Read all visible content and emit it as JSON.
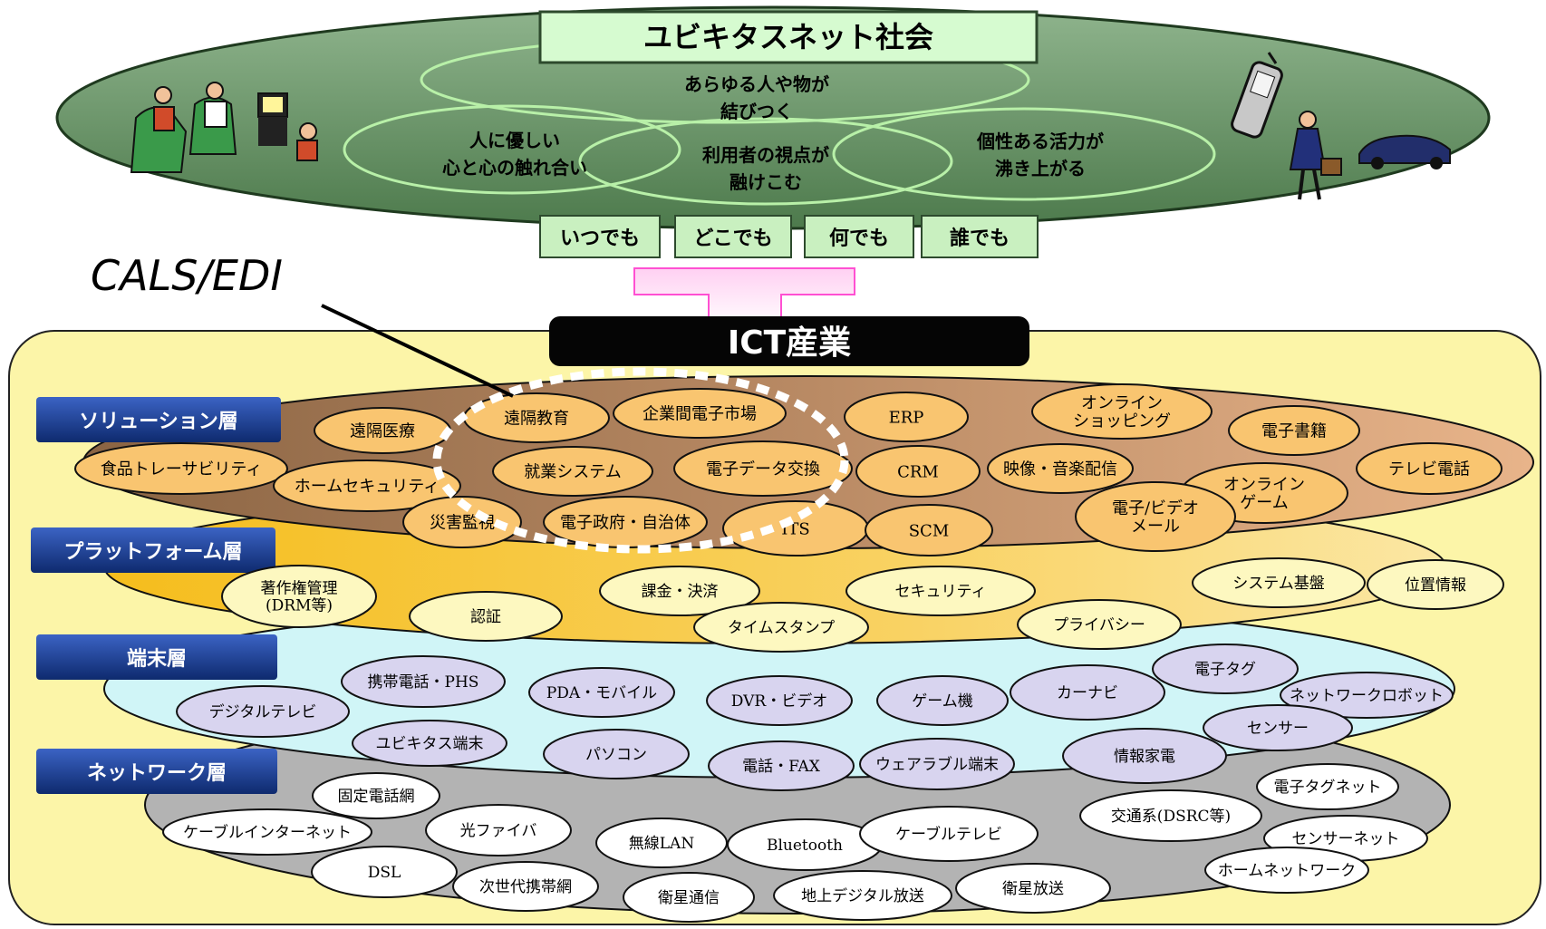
{
  "society": {
    "title": "ユビキタスネット社会",
    "values": [
      {
        "lines": [
          "あらゆる人や物が",
          "結びつく"
        ]
      },
      {
        "lines": [
          "人に優しい",
          "心と心の触れ合い"
        ]
      },
      {
        "lines": [
          "利用者の視点が",
          "融けこむ"
        ]
      },
      {
        "lines": [
          "個性ある活力が",
          "沸き上がる"
        ]
      }
    ],
    "anytime": [
      "いつでも",
      "どこでも",
      "何でも",
      "誰でも"
    ]
  },
  "callout": {
    "text": "CALS/EDI"
  },
  "ict": {
    "title": "ICT産業"
  },
  "layers": {
    "solution": {
      "label": "ソリューション層",
      "items": [
        {
          "text": [
            "遠隔医療"
          ]
        },
        {
          "text": [
            "遠隔教育"
          ]
        },
        {
          "text": [
            "企業間電子市場"
          ]
        },
        {
          "text": [
            "ERP"
          ]
        },
        {
          "text": [
            "オンライン",
            "ショッピング"
          ]
        },
        {
          "text": [
            "電子書籍"
          ]
        },
        {
          "text": [
            "食品トレーサビリティ"
          ]
        },
        {
          "text": [
            "ホームセキュリティ"
          ]
        },
        {
          "text": [
            "就業システム"
          ]
        },
        {
          "text": [
            "電子データ交換"
          ]
        },
        {
          "text": [
            "CRM"
          ]
        },
        {
          "text": [
            "映像・音楽配信"
          ]
        },
        {
          "text": [
            "テレビ電話"
          ]
        },
        {
          "text": [
            "オンライン",
            "ゲーム"
          ]
        },
        {
          "text": [
            "災害監視"
          ]
        },
        {
          "text": [
            "電子政府・自治体"
          ]
        },
        {
          "text": [
            "ITS"
          ]
        },
        {
          "text": [
            "SCM"
          ]
        },
        {
          "text": [
            "電子/ビデオ",
            "メール"
          ]
        }
      ]
    },
    "platform": {
      "label": "プラットフォーム層",
      "items": [
        {
          "text": [
            "著作権管理",
            "(DRM等)"
          ]
        },
        {
          "text": [
            "認証"
          ]
        },
        {
          "text": [
            "課金・決済"
          ]
        },
        {
          "text": [
            "タイムスタンプ"
          ]
        },
        {
          "text": [
            "セキュリティ"
          ]
        },
        {
          "text": [
            "プライバシー"
          ]
        },
        {
          "text": [
            "システム基盤"
          ]
        },
        {
          "text": [
            "位置情報"
          ]
        }
      ]
    },
    "terminal": {
      "label": "端末層",
      "items": [
        {
          "text": [
            "携帯電話・PHS"
          ]
        },
        {
          "text": [
            "デジタルテレビ"
          ]
        },
        {
          "text": [
            "PDA・モバイル"
          ]
        },
        {
          "text": [
            "DVR・ビデオ"
          ]
        },
        {
          "text": [
            "ゲーム機"
          ]
        },
        {
          "text": [
            "カーナビ"
          ]
        },
        {
          "text": [
            "電子タグ"
          ]
        },
        {
          "text": [
            "ネットワークロボット"
          ]
        },
        {
          "text": [
            "ユビキタス端末"
          ]
        },
        {
          "text": [
            "パソコン"
          ]
        },
        {
          "text": [
            "電話・FAX"
          ]
        },
        {
          "text": [
            "ウェアラブル端末"
          ]
        },
        {
          "text": [
            "情報家電"
          ]
        },
        {
          "text": [
            "センサー"
          ]
        }
      ]
    },
    "network": {
      "label": "ネットワーク層",
      "items": [
        {
          "text": [
            "固定電話網"
          ]
        },
        {
          "text": [
            "ケーブルインターネット"
          ]
        },
        {
          "text": [
            "光ファイバ"
          ]
        },
        {
          "text": [
            "無線LAN"
          ]
        },
        {
          "text": [
            "Bluetooth"
          ]
        },
        {
          "text": [
            "ケーブルテレビ"
          ]
        },
        {
          "text": [
            "交通系(DSRC等)"
          ]
        },
        {
          "text": [
            "電子タグネット"
          ]
        },
        {
          "text": [
            "センサーネット"
          ]
        },
        {
          "text": [
            "DSL"
          ]
        },
        {
          "text": [
            "次世代携帯網"
          ]
        },
        {
          "text": [
            "衛星通信"
          ]
        },
        {
          "text": [
            "地上デジタル放送"
          ]
        },
        {
          "text": [
            "衛星放送"
          ]
        },
        {
          "text": [
            "ホームネットワーク"
          ]
        }
      ]
    }
  },
  "colors": {
    "society_ellipse": "#6a9469",
    "anytime_box": "#c8f0c0",
    "ict_panel": "#fcf4a8",
    "solution_ellipse": "#a37a5a",
    "solution_item": "#f9c570",
    "platform_ellipse": "#f7c646",
    "platform_item": "#fdf8c0",
    "terminal_ellipse": "#d0f4f6",
    "terminal_item": "#d8d4ef",
    "network_ellipse": "#b6b6b6",
    "network_item": "#ffffff",
    "layer_label": "#1b3d8f",
    "callout_ring": "#ffffff"
  },
  "icons": [
    "family-tv-icon",
    "mobile-phone-icon",
    "businesswoman-icon",
    "car-icon"
  ]
}
